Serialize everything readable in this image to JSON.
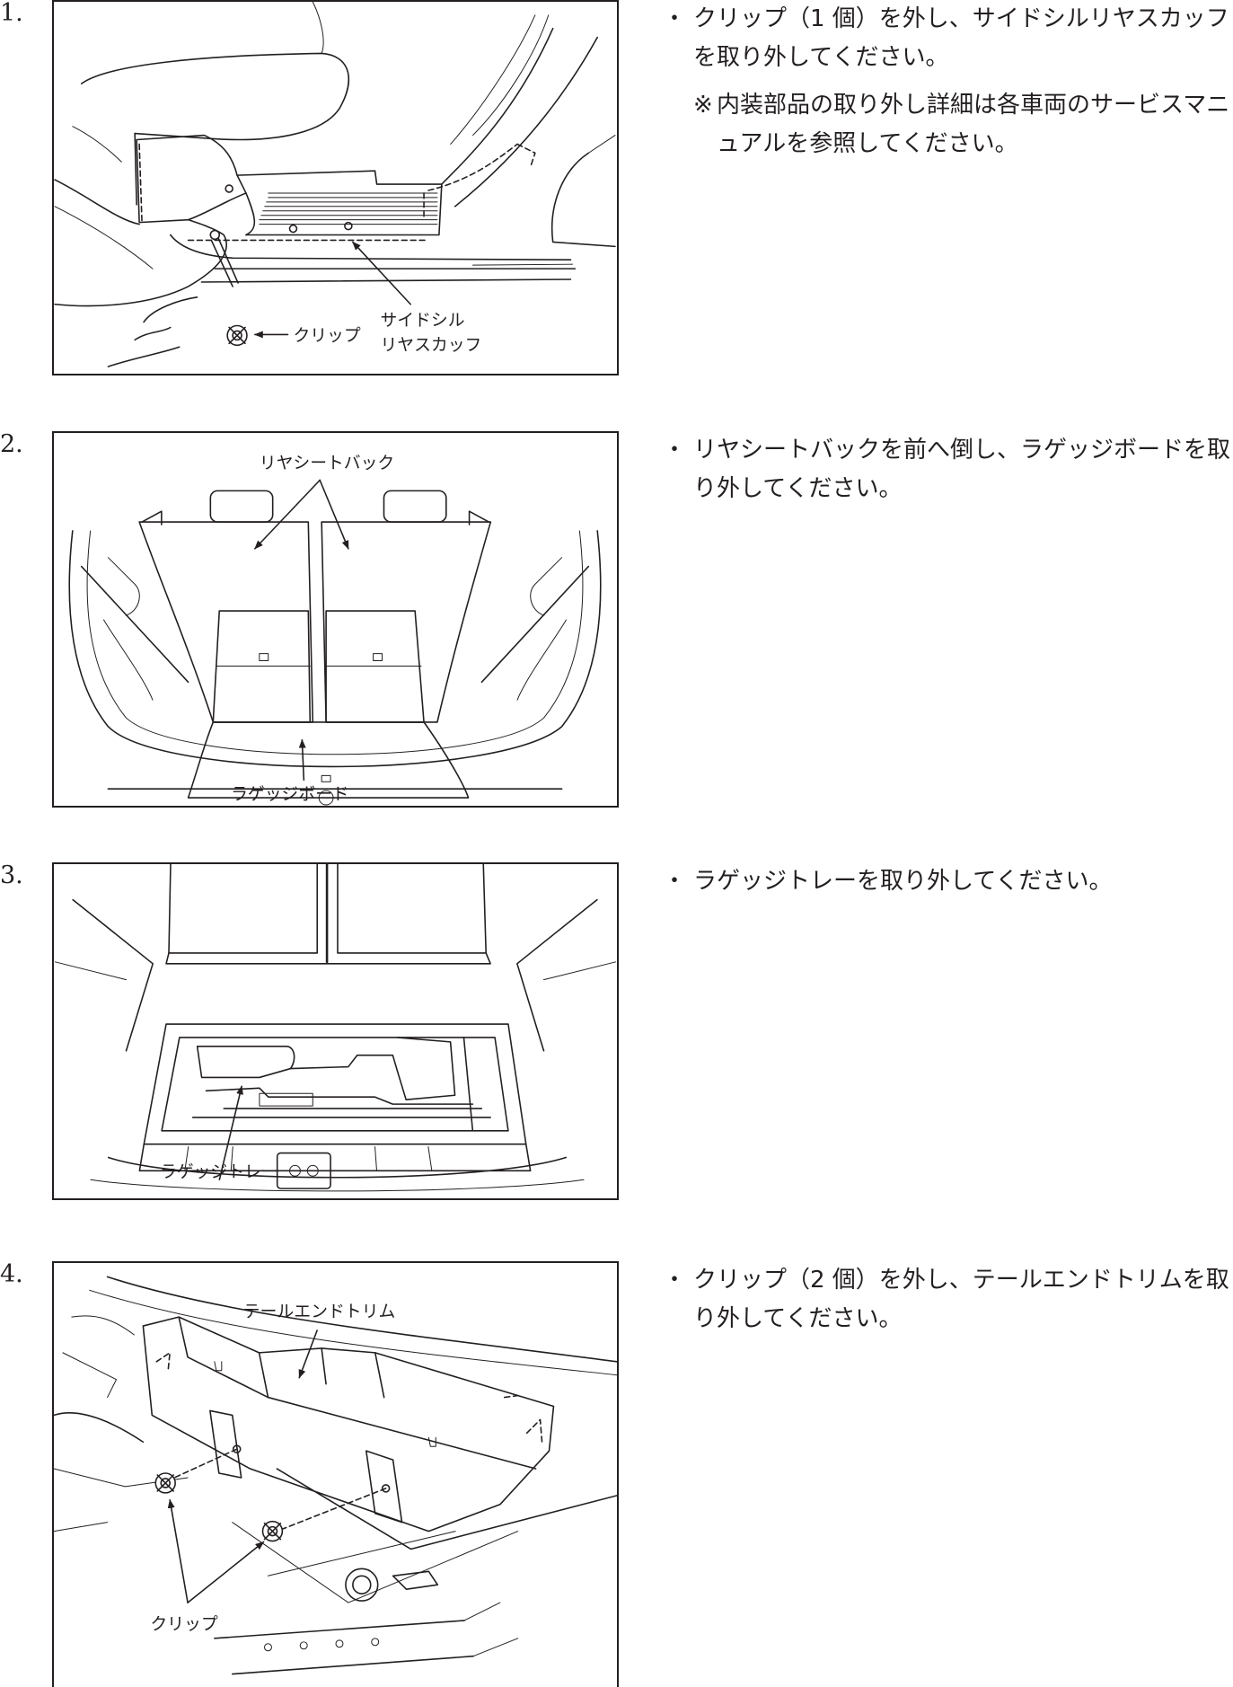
{
  "steps": [
    {
      "number": "1.",
      "bullet": "・",
      "text": "クリップ（1 個）を外し、サイドシルリヤスカッフを取り外してください。",
      "note_mark": "※",
      "note": "内装部品の取り外し詳細は各車両のサービスマニュアルを参照してください。",
      "labels": {
        "clip": "クリップ",
        "scuff_line1": "サイドシル",
        "scuff_line2": "リヤスカッフ"
      }
    },
    {
      "number": "2.",
      "bullet": "・",
      "text": "リヤシートバックを前へ倒し、ラゲッジボードを取り外してください。",
      "labels": {
        "seatback": "リヤシートバック",
        "board": "ラゲッジボード"
      }
    },
    {
      "number": "3.",
      "bullet": "・",
      "text": "ラゲッジトレーを取り外してください。",
      "labels": {
        "tray": "ラゲッジトレー"
      }
    },
    {
      "number": "4.",
      "bullet": "・",
      "text": "クリップ（2 個）を外し、テールエンドトリムを取り外してください。",
      "labels": {
        "trim": "テールエンドトリム",
        "clips": "クリップ"
      }
    }
  ]
}
